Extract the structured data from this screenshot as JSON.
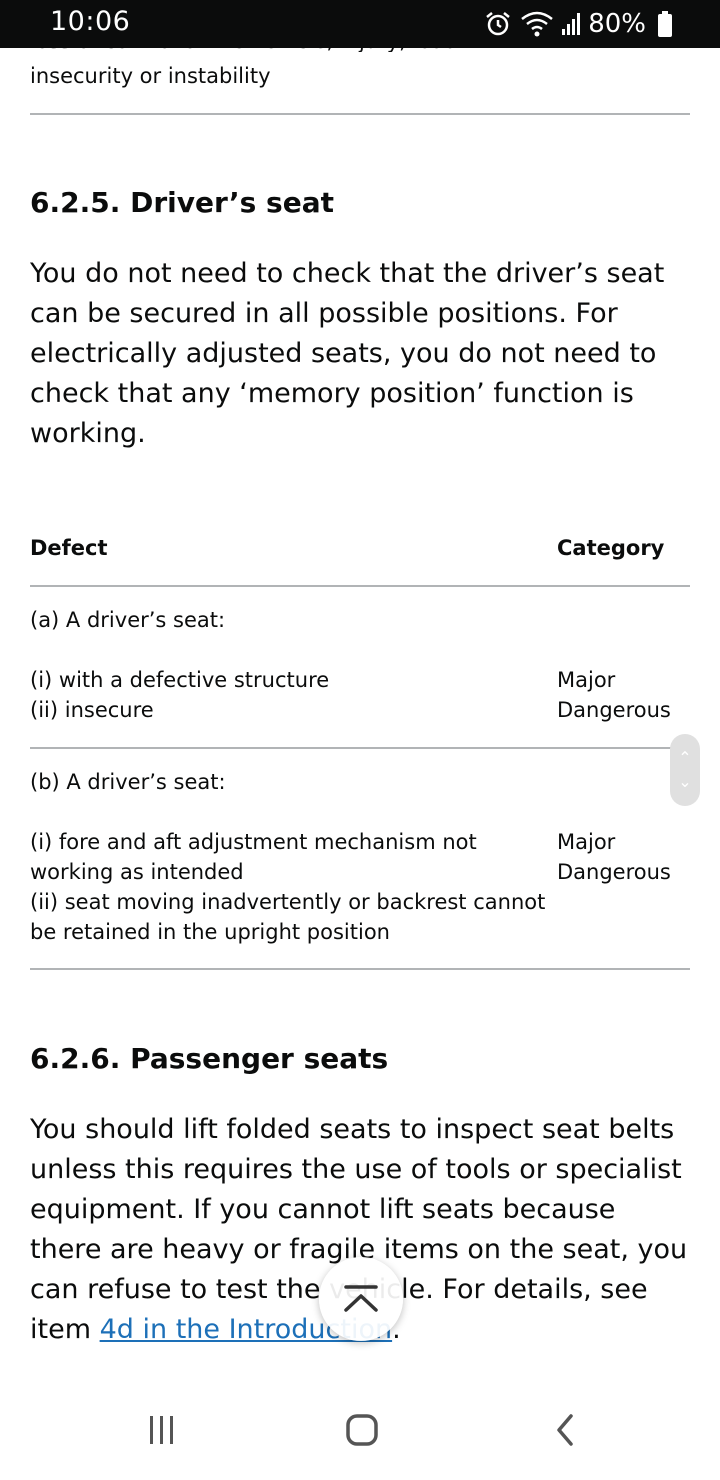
{
  "status_bar": {
    "time": "10:06",
    "battery": "80%",
    "icons": [
      "alarm-icon",
      "wifi-icon",
      "signal-icon",
      "battery-icon"
    ]
  },
  "prev_section": {
    "cut_text": "loss of control of the vehicle, injury, load",
    "text": "insecurity or instability"
  },
  "section_625": {
    "heading": "6.2.5. Driver’s seat",
    "paragraph_lines": [
      "You do not need to check that the driver’s seat",
      "can be secured in all possible positions. For",
      "electrically adjusted seats, you do not need to",
      "check that any ‘memory position’ function is",
      "working."
    ],
    "table": {
      "headers": {
        "defect": "Defect",
        "category": "Category"
      },
      "rows": [
        {
          "title": "(a) A driver’s seat:",
          "items": [
            "(i) with a defective structure",
            "(ii) insecure"
          ],
          "categories": [
            "Major",
            "Dangerous"
          ]
        },
        {
          "title": "(b) A driver’s seat:",
          "items": [
            "(i) fore and aft adjustment mechanism not",
            "working as intended",
            "(ii) seat moving inadvertently or backrest cannot",
            "be retained in the upright position"
          ],
          "categories": [
            "Major",
            "Dangerous"
          ]
        }
      ]
    }
  },
  "section_626": {
    "heading": "6.2.6. Passenger seats",
    "paragraph_lines": [
      "You should lift folded seats to inspect seat belts",
      "unless this requires the use of tools or specialist",
      "equipment. If you cannot lift seats because",
      "there are heavy or fragile items on the seat, you",
      "can refuse to test the vehicle. For details, see"
    ],
    "last_line_prefix": "item ",
    "link_text": "4d in the Introduction",
    "last_line_suffix": "."
  },
  "colors": {
    "text": "#0b0c0c",
    "link": "#1d70b8",
    "rule": "#b1b4b6",
    "status_bar": "#0b0c0c"
  }
}
